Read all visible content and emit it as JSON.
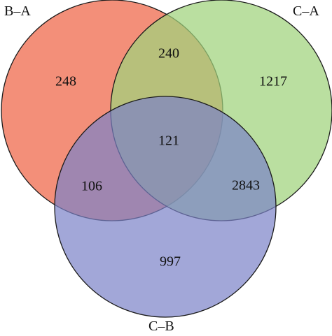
{
  "sets": [
    {
      "key": "ba",
      "label": "B–A",
      "color": "#f0765b"
    },
    {
      "key": "ca",
      "label": "C–A",
      "color": "#9fd27c"
    },
    {
      "key": "cb",
      "label": "C–B",
      "color": "#7a82c8"
    }
  ],
  "regions": {
    "only_ba": "248",
    "only_ca": "1217",
    "only_cb": "997",
    "ba_ca": "240",
    "ba_cb": "106",
    "ca_cb": "2843",
    "all": "121"
  }
}
